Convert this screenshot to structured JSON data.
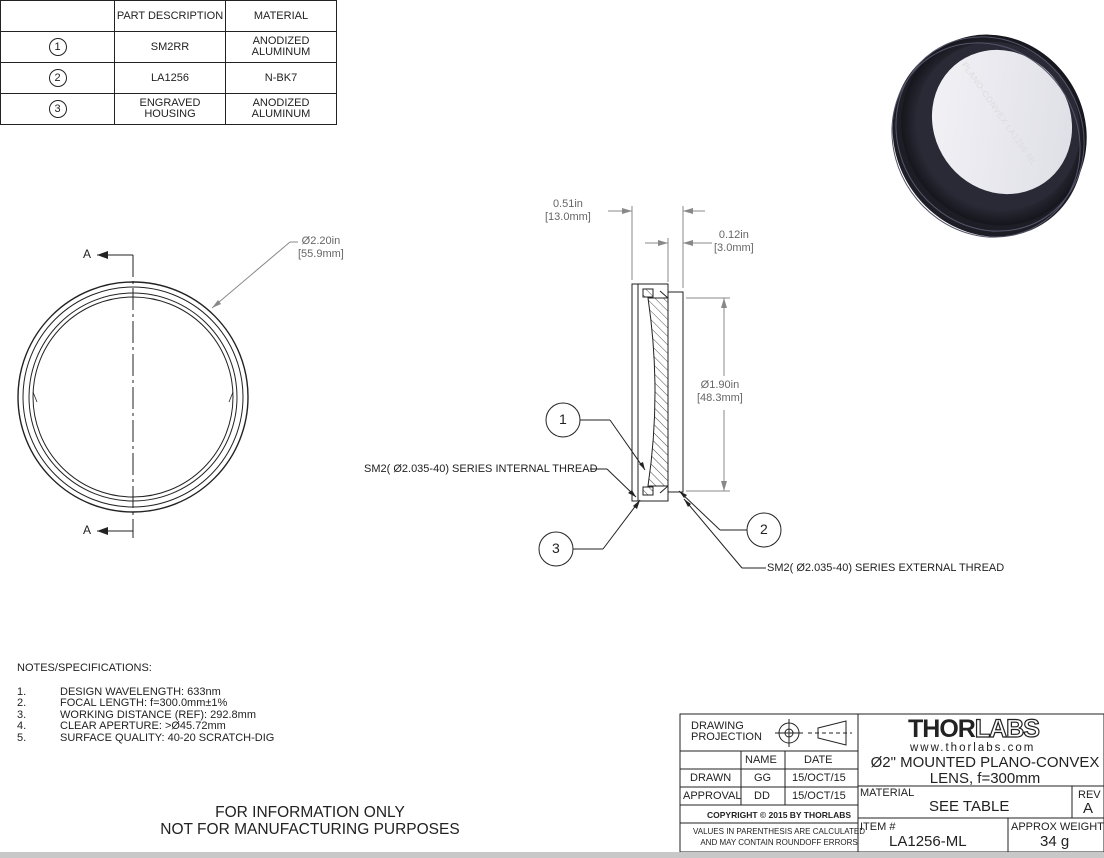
{
  "parts_table": {
    "headers": [
      "",
      "PART DESCRIPTION",
      "MATERIAL"
    ],
    "rows": [
      {
        "num": "1",
        "description": "SM2RR",
        "material_line1": "ANODIZED",
        "material_line2": "ALUMINUM"
      },
      {
        "num": "2",
        "description": "LA1256",
        "material_line1": "N-BK7",
        "material_line2": ""
      },
      {
        "num": "3",
        "description_line1": "ENGRAVED",
        "description_line2": "HOUSING",
        "material_line1": "ANODIZED",
        "material_line2": "ALUMINUM"
      }
    ]
  },
  "front_view": {
    "section_label_top": "A",
    "section_label_bottom": "A",
    "dim_outer_in": "Ø2.20in",
    "dim_outer_mm": "[55.9mm]"
  },
  "side_view": {
    "dim_length_in": "0.51in",
    "dim_length_mm": "[13.0mm]",
    "dim_lens_in": "0.12in",
    "dim_lens_mm": "[3.0mm]",
    "dim_aperture_in": "Ø1.90in",
    "dim_aperture_mm": "[48.3mm]",
    "callout_1": "1",
    "callout_2": "2",
    "callout_3": "3",
    "internal_thread": "SM2( Ø2.035-40) SERIES INTERNAL THREAD",
    "external_thread": "SM2( Ø2.035-40) SERIES EXTERNAL THREAD"
  },
  "product_render": {
    "engraving": "PLANO-CONVEX LA1256 ML"
  },
  "notes": {
    "title": "NOTES/SPECIFICATIONS:",
    "items": [
      {
        "n": "1.",
        "text": "DESIGN WAVELENGTH: 633nm"
      },
      {
        "n": "2.",
        "text": "FOCAL LENGTH: f=300.0mm±1%"
      },
      {
        "n": "3.",
        "text": "WORKING DISTANCE (REF): 292.8mm"
      },
      {
        "n": "4.",
        "text": "CLEAR APERTURE: >Ø45.72mm"
      },
      {
        "n": "5.",
        "text": "SURFACE QUALITY: 40-20 SCRATCH-DIG"
      }
    ]
  },
  "disclaimer": {
    "line1": "FOR INFORMATION ONLY",
    "line2": "NOT FOR MANUFACTURING PURPOSES"
  },
  "title_block": {
    "projection_line1": "DRAWING",
    "projection_line2": "PROJECTION",
    "col_name": "NAME",
    "col_date": "DATE",
    "drawn_label": "DRAWN",
    "drawn_name": "GG",
    "drawn_date": "15/OCT/15",
    "approval_label": "APPROVAL",
    "approval_name": "DD",
    "approval_date": "15/OCT/15",
    "copyright": "COPYRIGHT © 2015 BY THORLABS",
    "roundoff_line1": "VALUES IN PARENTHESIS ARE CALCULATED",
    "roundoff_line2": "AND MAY CONTAIN ROUNDOFF ERRORS",
    "logo_thor": "THOR",
    "logo_labs": "LABS",
    "website": "www.thorlabs.com",
    "title_line1": "Ø2\" MOUNTED PLANO-CONVEX",
    "title_line2": "LENS, f=300mm",
    "material_label": "MATERIAL",
    "material_value": "SEE TABLE",
    "rev_label": "REV",
    "rev_value": "A",
    "item_label": "ITEM #",
    "item_value": "LA1256-ML",
    "weight_label": "APPROX WEIGHT",
    "weight_value": "34 g"
  }
}
